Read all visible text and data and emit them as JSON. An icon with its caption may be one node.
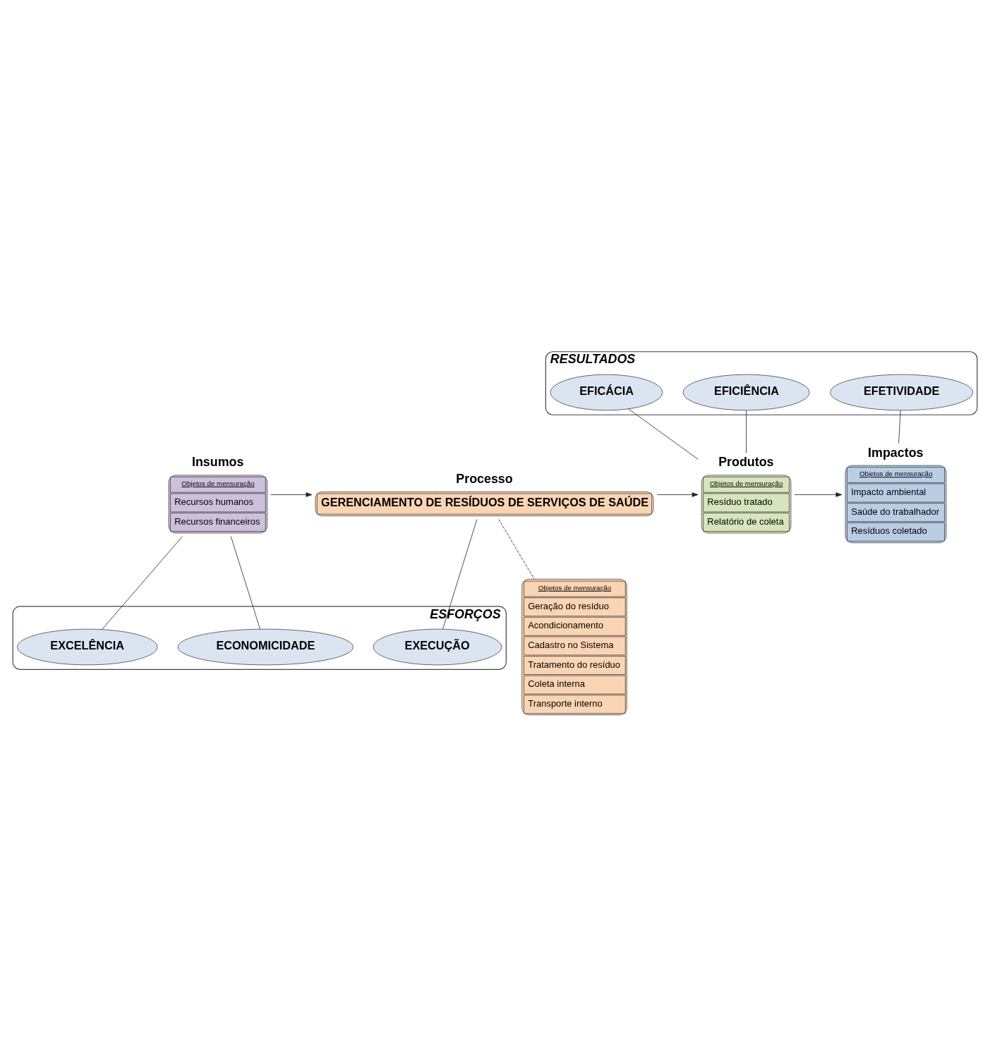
{
  "diagram": {
    "nodes": [
      {
        "text": [
          "RESULTADOS"
        ]
      },
      {
        "text": [
          "EFICIÊNCIA"
        ],
        "in": 0
      },
      {
        "text": [
          "EFICÁCIA"
        ],
        "in": 0
      },
      {
        "text": [
          "EFETIVIDADE"
        ],
        "in": 0
      },
      {
        "text": [
          "Insumos",
          "Objetos de mensuração",
          "Recursos humanos",
          "Recursos financeiros"
        ]
      },
      {
        "text": [
          "Processo",
          "GERENCIAMENTO DE RESÍDUOS DE SERVIÇOS DE SAÚDE"
        ]
      },
      {
        "text": [
          "Produtos",
          "Objetos de mensuração",
          "Resíduo tratado",
          "Relatório de coleta"
        ]
      },
      {
        "text": [
          "Impactos",
          "Objetos de mensuração",
          "Impacto ambiental",
          "Saúde do trabalhador",
          "Resíduos coletado"
        ]
      },
      {
        "text": [
          "ESFORÇOS"
        ]
      },
      {
        "text": [
          "ECONOMICIDADE"
        ],
        "in": 8
      },
      {
        "text": [
          "EXCELÊNCIA"
        ],
        "in": 8
      },
      {
        "text": [
          "EXECUÇÃO"
        ],
        "in": 8
      },
      {
        "text": [
          "Objetos de mensuração",
          "Geração do resíduo",
          "Acondicionamento",
          "Cadastro no Sistema",
          "Tratamento do resíduo",
          "Coleta interna",
          "Transporte interno"
        ]
      }
    ],
    "edges": [
      {
        "from": 4,
        "to": 5,
        "arrow": "to"
      },
      {
        "from": 5,
        "to": 6,
        "arrow": "to"
      },
      {
        "from": 6,
        "to": 7,
        "arrow": "to"
      },
      {
        "from": 1,
        "to": 6,
        "arrow": "none"
      },
      {
        "from": 2,
        "to": 6,
        "arrow": "none"
      },
      {
        "from": 3,
        "to": 7,
        "arrow": "none"
      },
      {
        "from": 4,
        "to": 9,
        "arrow": "none"
      },
      {
        "from": 4,
        "to": 10,
        "arrow": "none"
      },
      {
        "from": 5,
        "to": 11,
        "arrow": "none"
      },
      {
        "from": 5,
        "to": 12,
        "arrow": "none",
        "style": "dashed"
      }
    ]
  }
}
